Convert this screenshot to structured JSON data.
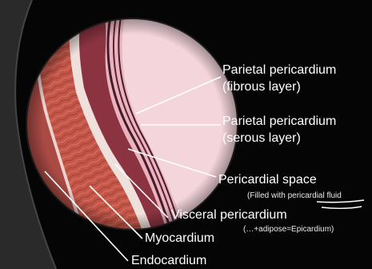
{
  "labels": {
    "parietal_fibrous_line1": "Parietal pericardium",
    "parietal_fibrous_line2": "(fibrous layer)",
    "parietal_serous_line1": "Parietal pericardium",
    "parietal_serous_line2": "(serous layer)",
    "pericardial_space": "Pericardial space",
    "pericardial_space_note": "(Filled with pericardial fluid",
    "visceral_pericardium": "Visceral pericardium",
    "myocardium": "Myocardium",
    "myocardium_note": "(…+adipose=Epicardium)",
    "endocardium": "Endocardium"
  },
  "colors": {
    "background": "#050505",
    "fibrous_layer": "#f2cfd6",
    "parietal_serous": "#e7b4bf",
    "pericardial_space": "#8c3342",
    "visceral_layer": "#7b2531",
    "myocardium": "#c25648",
    "endocardium_lining": "#ead3cf",
    "annotation_underline": "#ffffff"
  }
}
